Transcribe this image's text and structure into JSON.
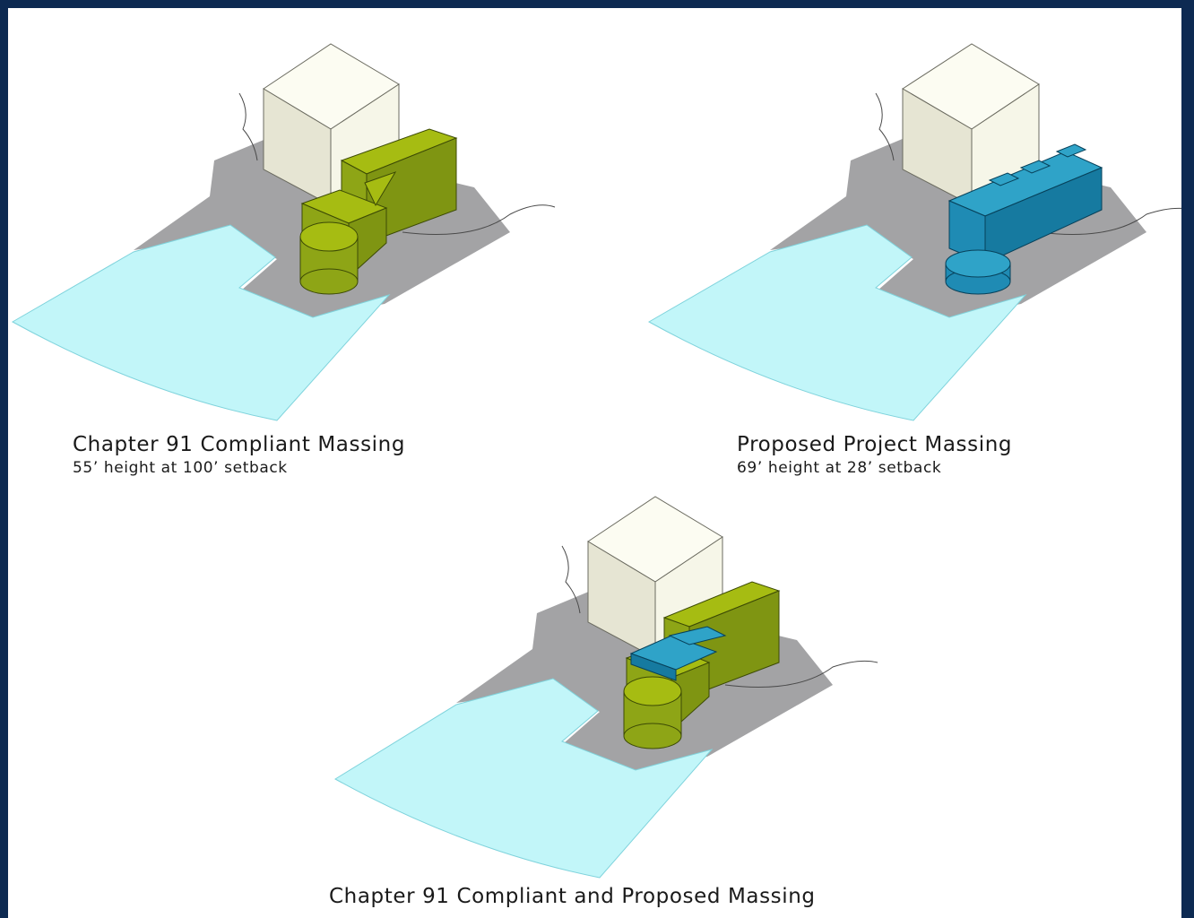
{
  "diagrams": {
    "compliant": {
      "title": "Chapter 91 Compliant Massing",
      "subtitle": "55’ height at 100’ setback"
    },
    "proposed": {
      "title": "Proposed Project Massing",
      "subtitle": "69’ height at 28’ setback"
    },
    "combined": {
      "title": "Chapter 91 Compliant and Proposed Massing"
    }
  },
  "legend_colors": {
    "compliant_massing": "#a6bc12",
    "proposed_massing": "#1f8bb4",
    "existing_building": "#f6f6e8",
    "site_paving": "#a3a3a5",
    "water": "#c2f6f9",
    "frame": "#0d2a52"
  }
}
